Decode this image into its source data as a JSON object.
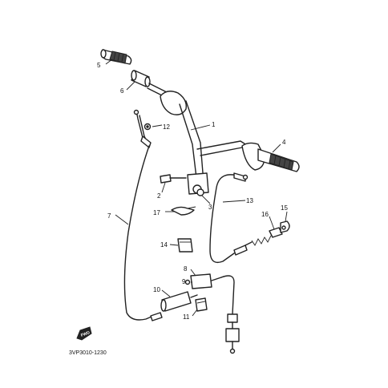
{
  "diagram_code": "3VP3010-1230",
  "fwd_label": "FWD",
  "callouts": [
    {
      "id": "c1",
      "text": "1"
    },
    {
      "id": "c2",
      "text": "2"
    },
    {
      "id": "c3",
      "text": "3"
    },
    {
      "id": "c4",
      "text": "4"
    },
    {
      "id": "c5",
      "text": "5"
    },
    {
      "id": "c6",
      "text": "6"
    },
    {
      "id": "c7",
      "text": "7"
    },
    {
      "id": "c8",
      "text": "8"
    },
    {
      "id": "c9",
      "text": "9"
    },
    {
      "id": "c10",
      "text": "10"
    },
    {
      "id": "c11",
      "text": "11"
    },
    {
      "id": "c12",
      "text": "12"
    },
    {
      "id": "c13",
      "text": "13"
    },
    {
      "id": "c14",
      "text": "14"
    },
    {
      "id": "c15",
      "text": "15"
    },
    {
      "id": "c16",
      "text": "16"
    },
    {
      "id": "c17",
      "text": "17"
    }
  ]
}
